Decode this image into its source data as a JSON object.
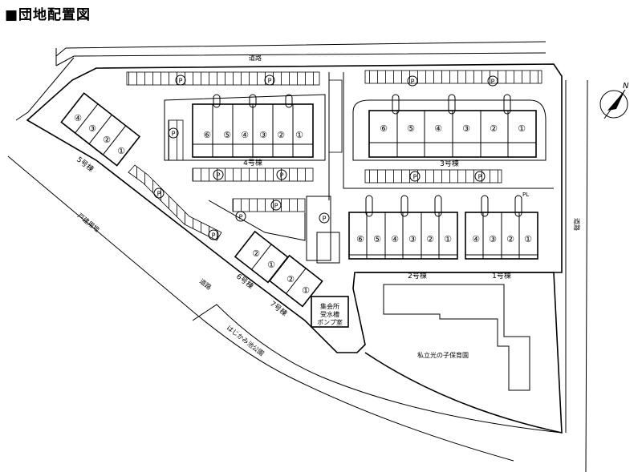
{
  "title": "■団地配置図",
  "road_labels": {
    "north": "道路",
    "east": "道路",
    "southwest": "道路"
  },
  "area_labels": {
    "houses": "戸建用地",
    "park": "はじかみ池公園",
    "nursery": "私立光の子保育園"
  },
  "facility": {
    "line1": "集会所",
    "line2": "受水槽",
    "line3": "ポンプ室"
  },
  "pl_label": "PL",
  "compass": "N",
  "parking_mark": "P",
  "buildings": {
    "b1": {
      "name": "1号棟",
      "units": [
        "④",
        "③",
        "②",
        "①"
      ]
    },
    "b2": {
      "name": "2号棟",
      "units": [
        "⑥",
        "⑤",
        "④",
        "③",
        "②",
        "①"
      ]
    },
    "b3": {
      "name": "3号棟",
      "units": [
        "⑥",
        "⑤",
        "④",
        "③",
        "②",
        "①"
      ]
    },
    "b4": {
      "name": "4号棟",
      "units": [
        "⑥",
        "⑤",
        "④",
        "③",
        "②",
        "①"
      ]
    },
    "b5": {
      "name": "5号棟",
      "units": [
        "④",
        "③",
        "②",
        "①"
      ]
    },
    "b6": {
      "name": "6号棟",
      "units": [
        "②",
        "①"
      ]
    },
    "b7": {
      "name": "7号棟",
      "units": [
        "②",
        "①"
      ]
    }
  }
}
